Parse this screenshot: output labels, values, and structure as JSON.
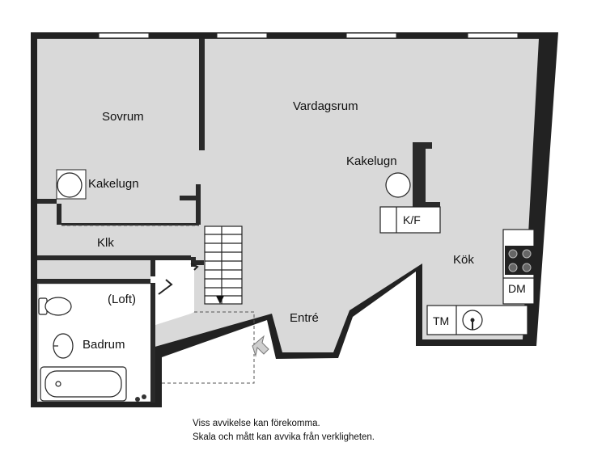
{
  "rooms": {
    "sovrum": "Sovrum",
    "vardagsrum": "Vardagsrum",
    "kakelugn_left": "Kakelugn",
    "kakelugn_right": "Kakelugn",
    "kf": "K/F",
    "klk": "Klk",
    "kok": "Kök",
    "dm": "DM",
    "loft": "(Loft)",
    "entre": "Entré",
    "tm": "TM",
    "badrum": "Badrum"
  },
  "disclaimer": {
    "line1": "Viss avvikelse kan förekomma.",
    "line2": "Skala och mått kan avvika från verkligheten."
  },
  "colors": {
    "floor": "#d9d9d9",
    "wall": "#222222",
    "background": "#ffffff"
  }
}
